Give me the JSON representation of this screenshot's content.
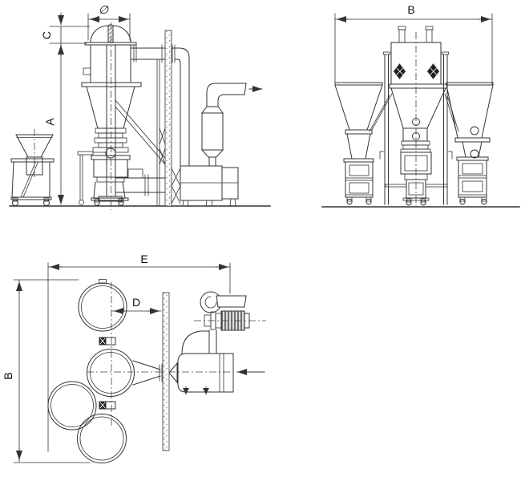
{
  "drawing": {
    "labels": {
      "side_diameter": "∅",
      "side_c": "C",
      "side_a": "A",
      "front_b": "B",
      "plan_e": "E",
      "plan_d": "D",
      "plan_b": "B"
    },
    "colors": {
      "line": "#333333",
      "background": "#ffffff",
      "dark_fill": "#1c1c1c"
    }
  }
}
